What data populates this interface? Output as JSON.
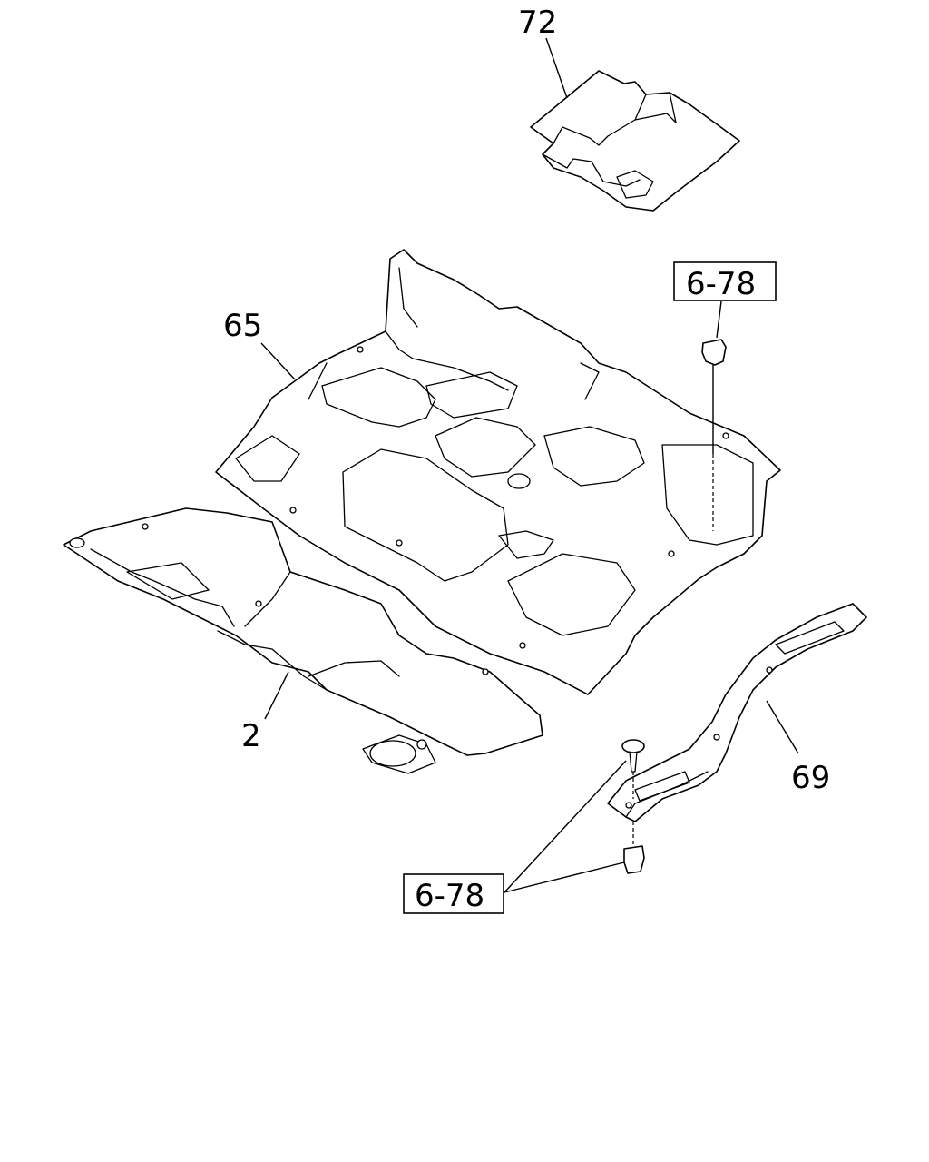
{
  "callouts": {
    "part_72": "72",
    "part_65": "65",
    "part_2": "2",
    "part_69": "69",
    "ref_top": "6-78",
    "ref_bottom": "6-78"
  }
}
